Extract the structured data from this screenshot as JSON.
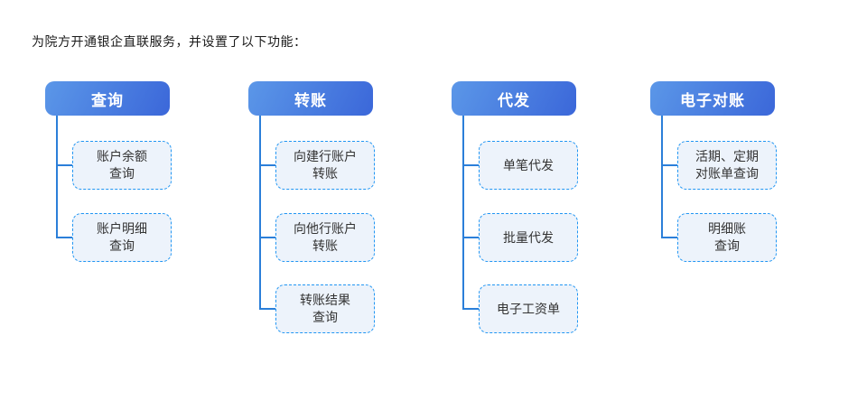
{
  "page": {
    "title": "为院方开通银企直联服务，并设置了以下功能："
  },
  "colors": {
    "header_gradient_start": "#5b97e8",
    "header_gradient_end": "#3b67d9",
    "header_text": "#ffffff",
    "node_bg": "#edf3fb",
    "node_border": "#2196f3",
    "node_text": "#333333",
    "connector": "#2b7fd9",
    "title_text": "#1a1a1a"
  },
  "groups": [
    {
      "title": "查询",
      "items": [
        {
          "label": "账户余额\n查询"
        },
        {
          "label": "账户明细\n查询"
        }
      ]
    },
    {
      "title": "转账",
      "items": [
        {
          "label": "向建行账户\n转账"
        },
        {
          "label": "向他行账户\n转账"
        },
        {
          "label": "转账结果\n查询"
        }
      ]
    },
    {
      "title": "代发",
      "items": [
        {
          "label": "单笔代发"
        },
        {
          "label": "批量代发"
        },
        {
          "label": "电子工资单"
        }
      ]
    },
    {
      "title": "电子对账",
      "items": [
        {
          "label": "活期、定期\n对账单查询"
        },
        {
          "label": "明细账\n查询"
        }
      ]
    }
  ]
}
